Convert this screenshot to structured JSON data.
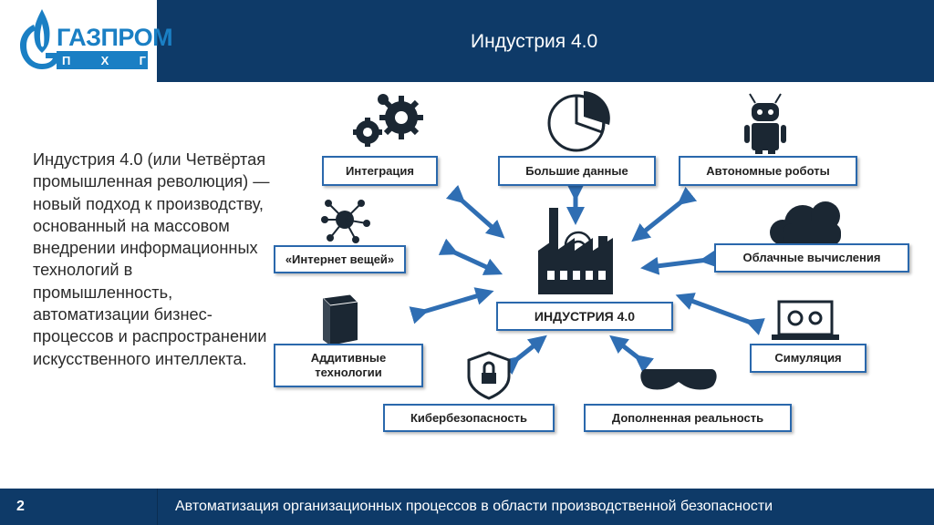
{
  "header": {
    "logo_main": "ГАЗПРОМ",
    "logo_sub": [
      "П",
      "Х",
      "Г"
    ],
    "title": "Индустрия 4.0"
  },
  "description": "Индустрия 4.0 (или Четвёртая промышленная революция) — новый подход к производству, основанный на массовом внедрении информационных технологий в промышленность, автоматизации бизнес-процессов и распространении искусственного интеллекта.",
  "diagram": {
    "center": "ИНДУСТРИЯ 4.0",
    "nodes": {
      "integration": "Интеграция",
      "big_data": "Большие данные",
      "robots": "Автономные роботы",
      "iot": "«Интернет вещей»",
      "cloud": "Облачные вычисления",
      "additive_1": "Аддитивные",
      "additive_2": "технологии",
      "simulation": "Симуляция",
      "cyber": "Кибербезопасность",
      "ar": "Дополненная реальность"
    }
  },
  "footer": {
    "page_number": "2",
    "text": "Автоматизация организационных процессов в области производственной безопасности"
  },
  "colors": {
    "header_bg": "#0e3a68",
    "brand_blue": "#1a7fc4",
    "box_border": "#2a68ac",
    "arrow": "#2f6eb3",
    "icon": "#1b2733"
  }
}
